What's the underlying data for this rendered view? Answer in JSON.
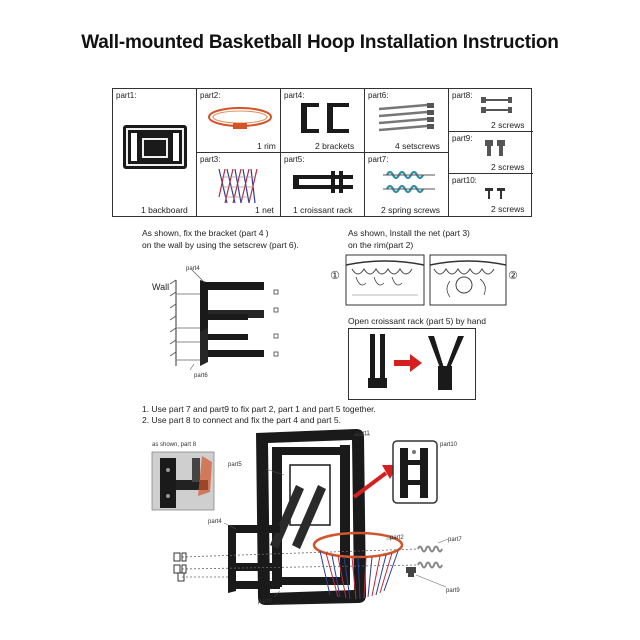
{
  "title": "Wall-mounted Basketball Hoop Installation Instruction",
  "parts": [
    {
      "id": "part1",
      "label": "part1:",
      "caption": "1 backboard"
    },
    {
      "id": "part2",
      "label": "part2:",
      "caption": "1 rim"
    },
    {
      "id": "part3",
      "label": "part3:",
      "caption": "1 net"
    },
    {
      "id": "part4",
      "label": "part4:",
      "caption": "2 brackets"
    },
    {
      "id": "part5",
      "label": "part5:",
      "caption": "1 croissant rack"
    },
    {
      "id": "part6",
      "label": "part6:",
      "caption": "4 setscrews"
    },
    {
      "id": "part7",
      "label": "part7:",
      "caption": "2 spring screws"
    },
    {
      "id": "part8",
      "label": "part8:",
      "caption": "2 screws"
    },
    {
      "id": "part9",
      "label": "part9:",
      "caption": "2 screws"
    },
    {
      "id": "part10",
      "label": "part10:",
      "caption": "2 screws"
    }
  ],
  "step_bracket": {
    "line1": "As shown, fix the bracket (part 4 )",
    "line2": "on the wall by using the setscrew (part 6).",
    "wall_label": "Wall",
    "callout_part4": "part4",
    "callout_part6": "part6"
  },
  "step_net": {
    "line1": "As shown, Install the net (part 3)",
    "line2": "on the rim(part 2)",
    "marker1": "①",
    "marker2": "②"
  },
  "step_rack": {
    "text": "Open croissant rack (part 5) by hand"
  },
  "step_assembly": {
    "line1": "1. Use part 7 and part9 to fix part 2, part 1 and part 5 together.",
    "line2": "2. Use part 8 to connect and fix the part 4 and part 5.",
    "inset_caption": "as shown, part 8",
    "callouts": {
      "part1": "part1",
      "part5": "part5",
      "part4": "part4",
      "part2": "part2",
      "part7": "part7",
      "part8": "part8",
      "part9": "part9",
      "part10": "part10"
    }
  },
  "colors": {
    "arrow_red": "#d62020",
    "rim_orange": "#d2552a",
    "net_blue": "#2a3f9a",
    "net_red": "#c0283a",
    "spring_teal": "#2f8fa8",
    "frame_black": "#1a1a1a"
  }
}
